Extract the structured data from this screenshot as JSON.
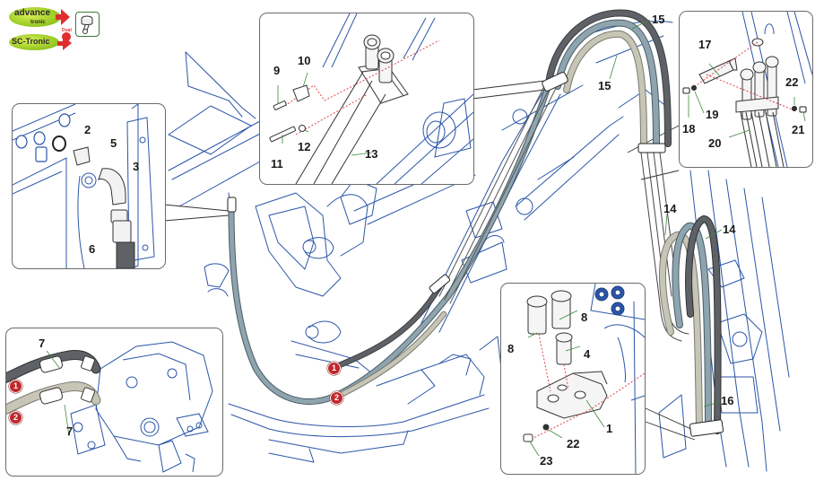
{
  "logos": {
    "advance": {
      "line1": "advance",
      "line2": "tronic"
    },
    "sctronic": {
      "text": "SC-Tronic",
      "tag": "Dual"
    }
  },
  "colors": {
    "line_blue": "#2b56a8",
    "hose_dark": "#5e6266",
    "hose_blue": "#8ea4ae",
    "hose_beige": "#c6c5b6",
    "callout_leader": "#3c8a3c",
    "dashed_red": "#e0474a",
    "badge_red": "#c0282c",
    "logo_green": "#9bd12a"
  },
  "callouts": {
    "c1": "1",
    "c2": "2",
    "c3": "3",
    "c4": "4",
    "c5": "5",
    "c6": "6",
    "c7a": "7",
    "c7b": "7",
    "c8a": "8",
    "c8b": "8",
    "c9": "9",
    "c10": "10",
    "c11": "11",
    "c12": "12",
    "c13": "13",
    "c14a": "14",
    "c14b": "14",
    "c15a": "15",
    "c15b": "15",
    "c16": "16",
    "c17": "17",
    "c18": "18",
    "c19": "19",
    "c20": "20",
    "c21": "21",
    "c22a": "22",
    "c22b": "22",
    "c23": "23"
  },
  "hose_markers": {
    "m1_main": "1",
    "m2_main": "2",
    "m1_pump": "1",
    "m2_pump": "2"
  }
}
